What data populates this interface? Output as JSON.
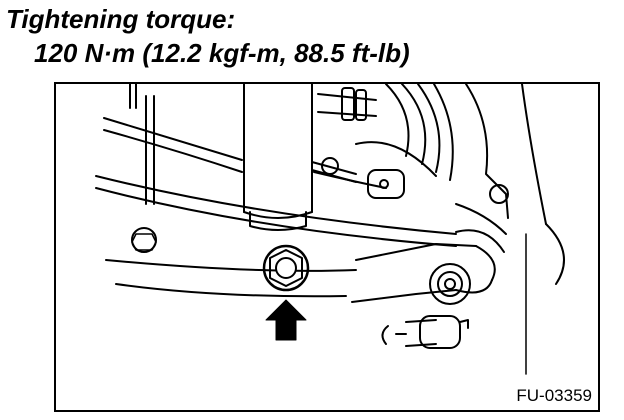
{
  "header": {
    "title": "Tightening torque:",
    "value": "120 N·m (12.2 kgf-m, 88.5 ft-lb)"
  },
  "figure": {
    "id_label": "FU-03359",
    "icons": [
      "bolt-icon",
      "arrow-up-icon"
    ],
    "colors": {
      "ink": "#000000",
      "paper": "#ffffff"
    }
  }
}
